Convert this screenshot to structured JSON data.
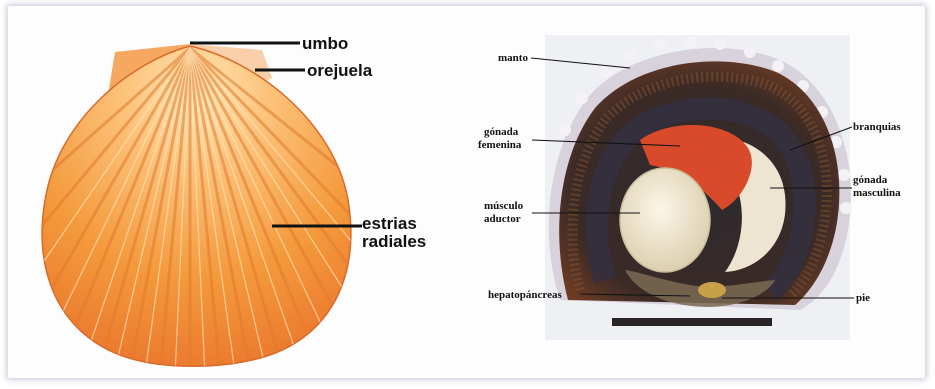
{
  "left_panel": {
    "labels": {
      "umbo": "umbo",
      "orejuela": "orejuela",
      "estrias_1": "estrias",
      "estrias_2": "radiales"
    }
  },
  "right_panel": {
    "labels": {
      "manto": "manto",
      "gonada_fem_1": "gónada",
      "gonada_fem_2": "femenina",
      "musculo_1": "músculo",
      "musculo_2": "aductor",
      "hepato": "hepatopáncreas",
      "branquias": "branquias",
      "gonada_masc_1": "gónada",
      "gonada_masc_2": "masculina",
      "pie": "pie"
    }
  },
  "colors": {
    "shell_orange": "#f29a3a",
    "shell_light": "#ffd49a",
    "mantle_dark": "#4a2a22",
    "gonad_female": "#d94a2a",
    "gonad_male": "#eee4d2",
    "muscle": "#f1ead6"
  }
}
